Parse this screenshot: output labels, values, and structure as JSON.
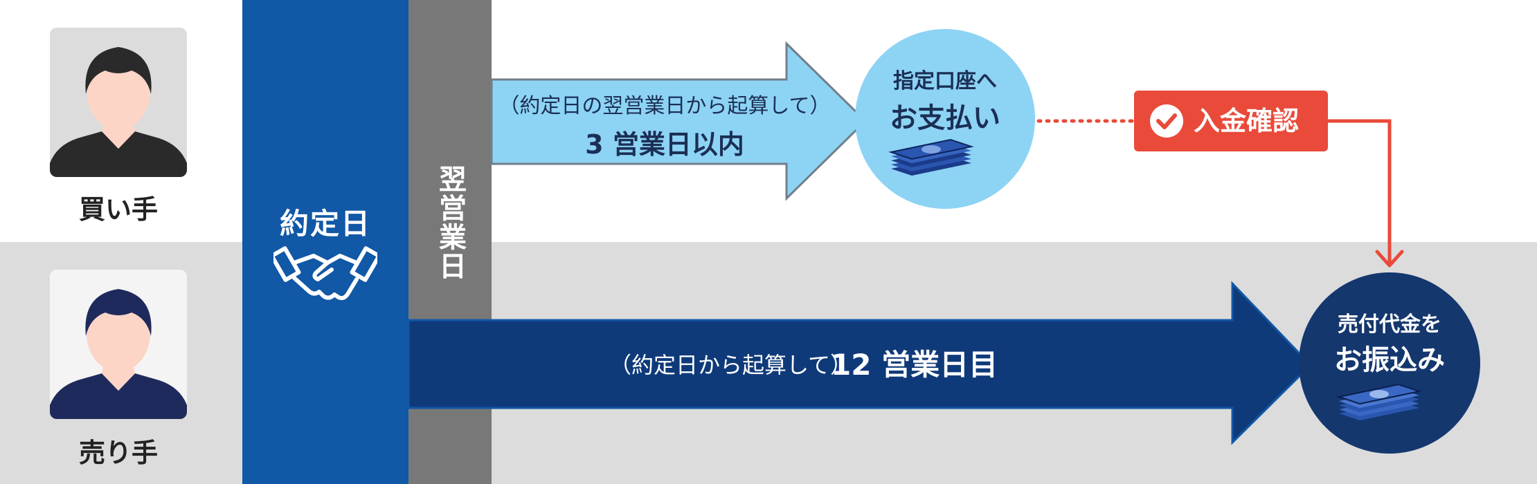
{
  "buyer": {
    "label": "買い手"
  },
  "seller": {
    "label": "売り手"
  },
  "contract": {
    "label": "約定日",
    "icon": "handshake-icon"
  },
  "next_day": {
    "label": "翌営業日"
  },
  "top_arrow": {
    "sub": "（約定日の翌営業日から起算して）",
    "main": "3 営業日以内"
  },
  "payment": {
    "line1": "指定口座へ",
    "line2": "お支払い",
    "icon": "banknotes-icon"
  },
  "confirm": {
    "label": "入金確認",
    "icon": "check-circle-icon"
  },
  "bottom_arrow": {
    "sub": "（約定日から起算して）",
    "main": "12 営業日目"
  },
  "transfer": {
    "line1": "売付代金を",
    "line2": "お振込み",
    "icon": "banknotes-icon"
  },
  "colors": {
    "contract_blue": "#1158a6",
    "next_day_gray": "#787878",
    "light_blue": "#8dd3f4",
    "navy": "#14376e",
    "accent_red": "#e94a3a",
    "lower_band": "#dcdcdc"
  }
}
